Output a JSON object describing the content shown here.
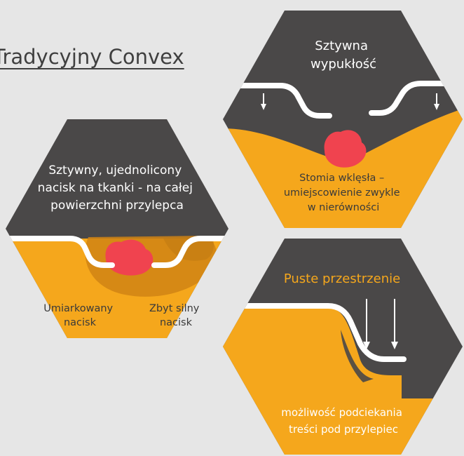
{
  "title": "Tradycyjny Convex",
  "colors": {
    "background": "#e6e6e6",
    "dark": "#4a4848",
    "orange": "#f5a71c",
    "orange_shadow": "#d08414",
    "stoma": "#f0434f",
    "white": "#ffffff",
    "accent_text": "#f5a71c"
  },
  "panels": {
    "rigid_convex": {
      "heading_lines": [
        "Sztywna",
        "wypukłość"
      ],
      "caption_lines": [
        "Stomia wklęsła –",
        "umiejscowienie zwykle",
        "w nierówności"
      ]
    },
    "uniform_pressure": {
      "heading_lines": [
        "Sztywny, ujednolicony",
        "nacisk na tkanki - na całej",
        "powierzchni przylepca"
      ],
      "label_left_lines": [
        "Umiarkowany",
        "nacisk"
      ],
      "label_right_lines": [
        "Zbyt silny",
        "nacisk"
      ]
    },
    "empty_spaces": {
      "heading": "Puste przestrzenie",
      "caption_lines": [
        "możliwość podciekania",
        "treści pod przylepiec"
      ]
    }
  }
}
